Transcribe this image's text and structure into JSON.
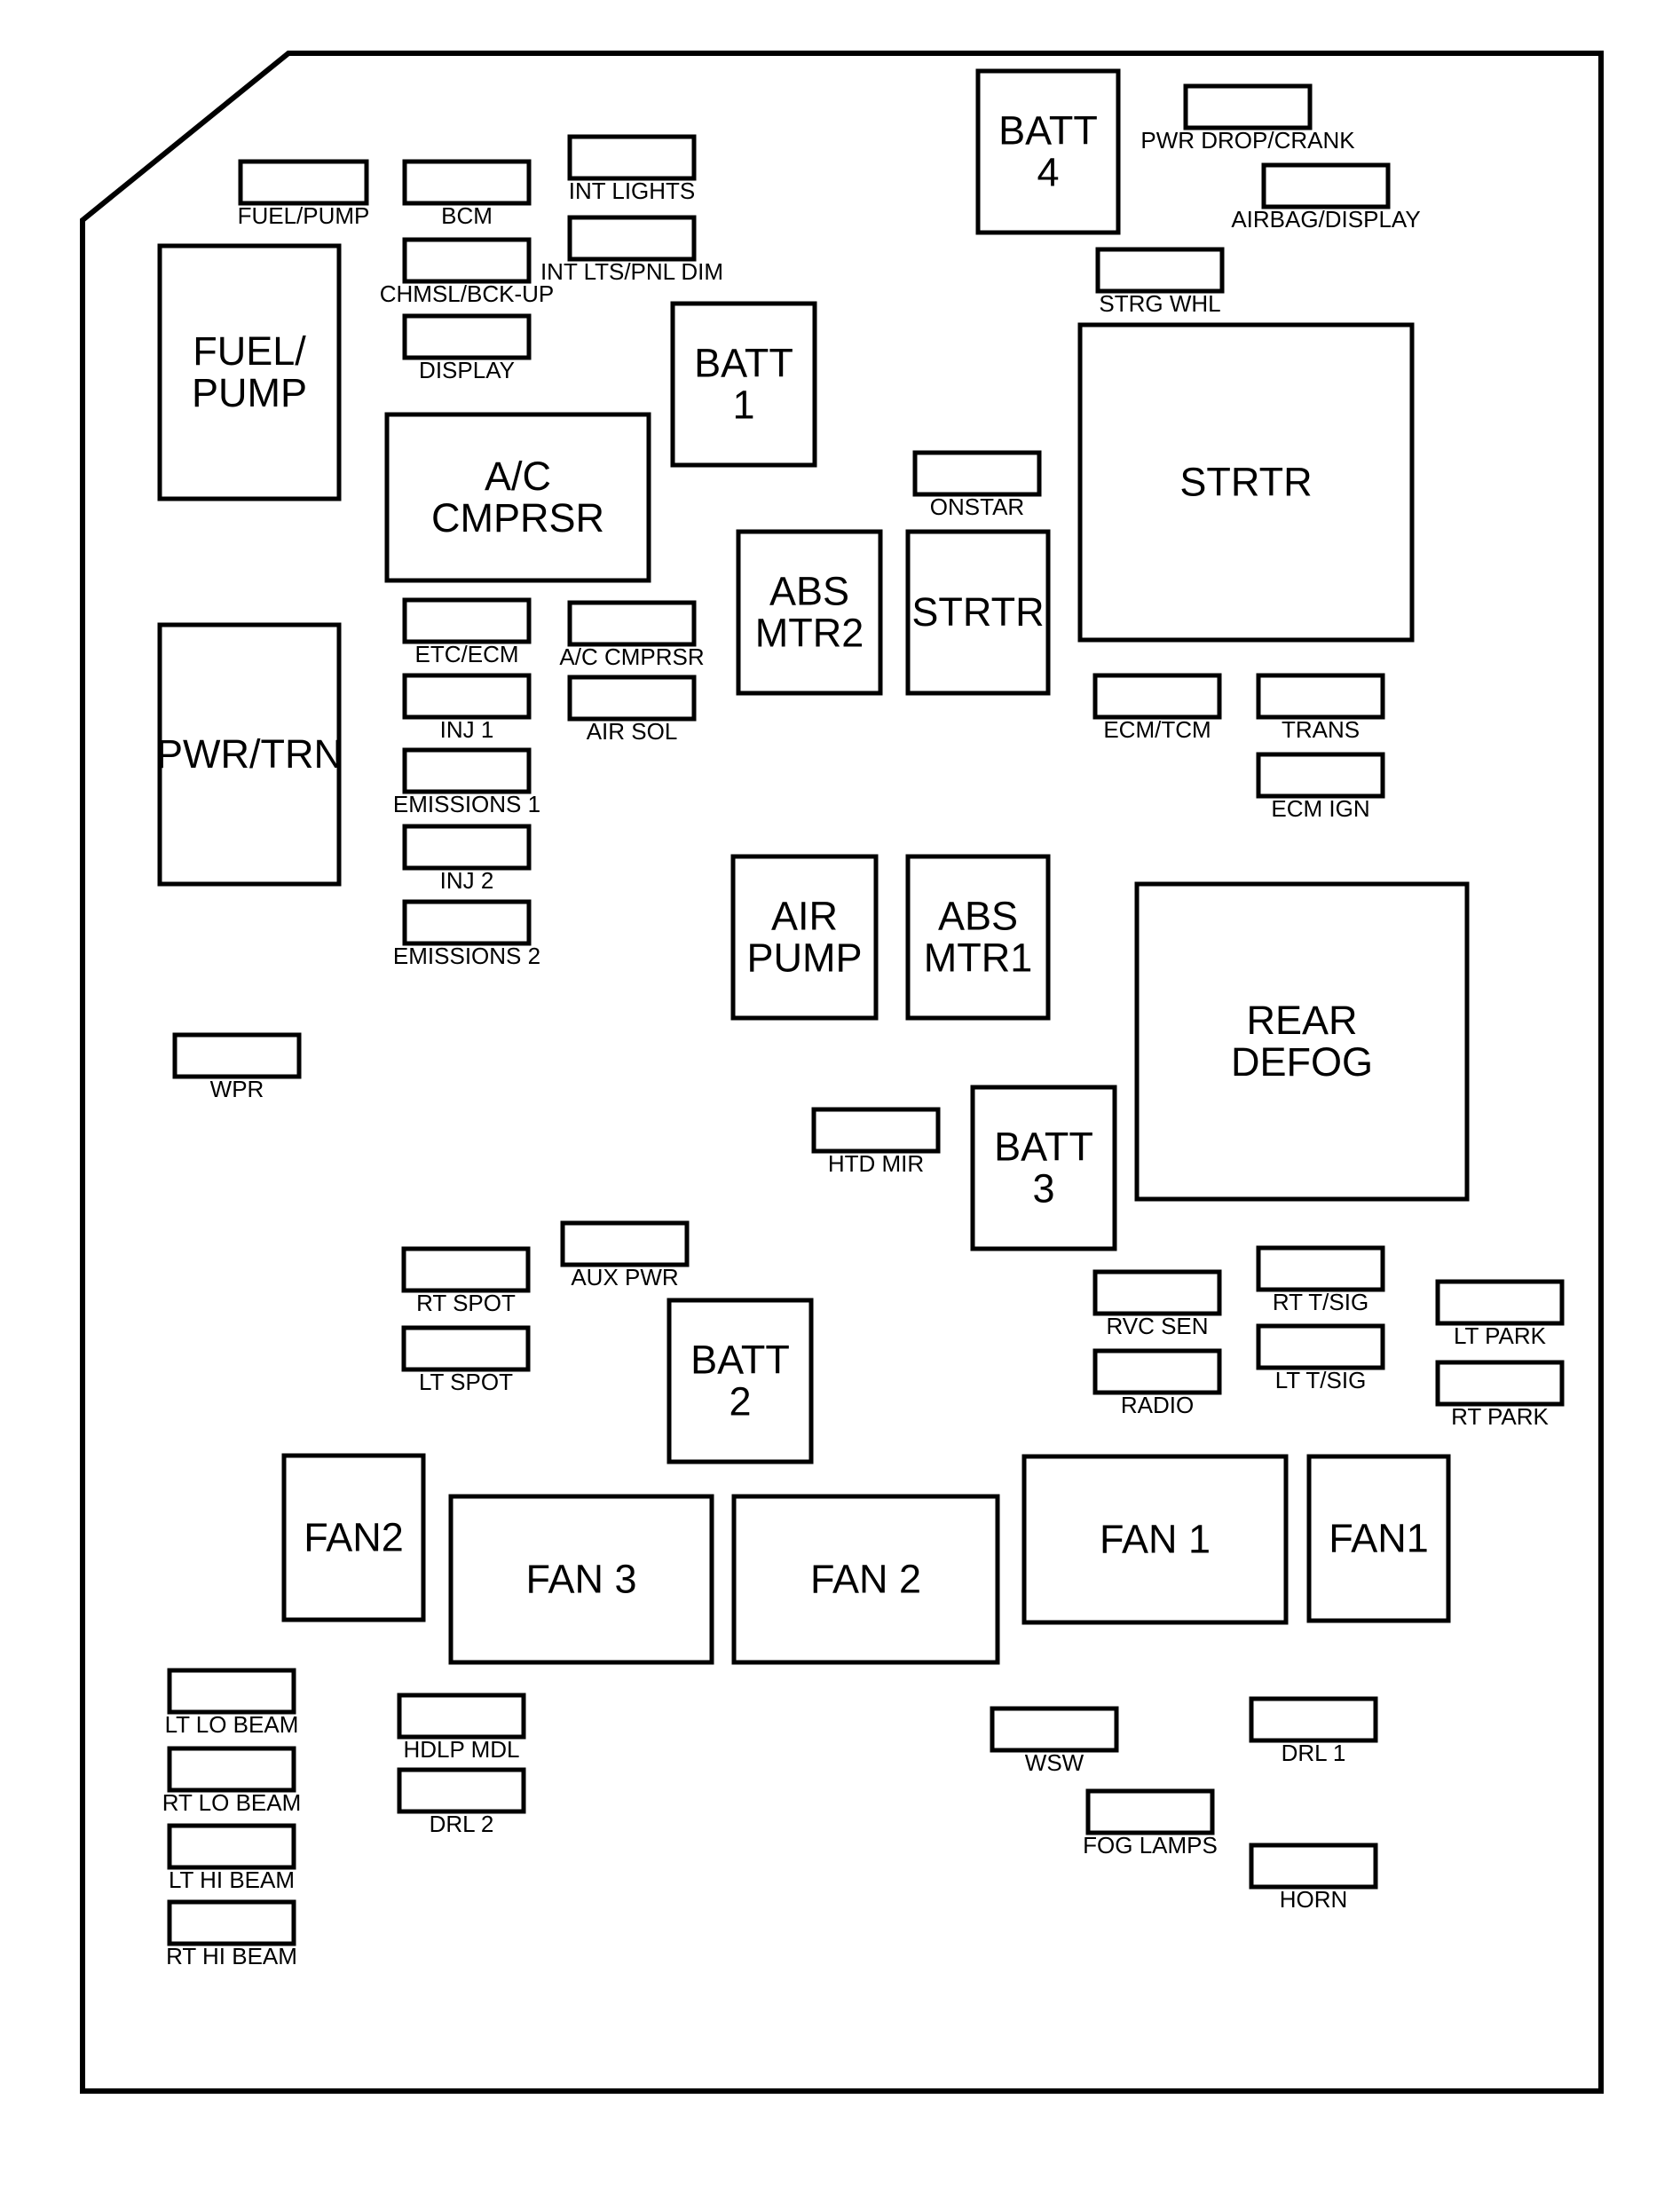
{
  "fuses": [
    {
      "id": "fuel-pump-fuse",
      "label": "FUEL/PUMP"
    },
    {
      "id": "bcm-fuse",
      "label": "BCM"
    },
    {
      "id": "int-lights-fuse",
      "label": "INT LIGHTS"
    },
    {
      "id": "int-lts-pnl-dim-fuse",
      "label": "INT LTS/PNL DIM"
    },
    {
      "id": "chmsl-bck-up-fuse",
      "label": "CHMSL/BCK-UP"
    },
    {
      "id": "display-fuse",
      "label": "DISPLAY"
    },
    {
      "id": "pwr-drop-crank-fuse",
      "label": "PWR DROP/CRANK"
    },
    {
      "id": "airbag-display-fuse",
      "label": "AIRBAG/DISPLAY"
    },
    {
      "id": "strg-whl-fuse",
      "label": "STRG WHL"
    },
    {
      "id": "onstar-fuse",
      "label": "ONSTAR"
    },
    {
      "id": "etc-ecm-fuse",
      "label": "ETC/ECM"
    },
    {
      "id": "ac-cmprsr-fuse",
      "label": "A/C CMPRSR"
    },
    {
      "id": "inj-1-fuse",
      "label": "INJ 1"
    },
    {
      "id": "air-sol-fuse",
      "label": "AIR SOL"
    },
    {
      "id": "emissions-1-fuse",
      "label": "EMISSIONS 1"
    },
    {
      "id": "inj-2-fuse",
      "label": "INJ 2"
    },
    {
      "id": "emissions-2-fuse",
      "label": "EMISSIONS 2"
    },
    {
      "id": "ecm-tcm-fuse",
      "label": "ECM/TCM"
    },
    {
      "id": "trans-fuse",
      "label": "TRANS"
    },
    {
      "id": "ecm-ign-fuse",
      "label": "ECM IGN"
    },
    {
      "id": "wpr-fuse",
      "label": "WPR"
    },
    {
      "id": "htd-mir-fuse",
      "label": "HTD MIR"
    },
    {
      "id": "aux-pwr-fuse",
      "label": "AUX PWR"
    },
    {
      "id": "rt-spot-fuse",
      "label": "RT SPOT"
    },
    {
      "id": "lt-spot-fuse",
      "label": "LT SPOT"
    },
    {
      "id": "rvc-sen-fuse",
      "label": "RVC SEN"
    },
    {
      "id": "radio-fuse",
      "label": "RADIO"
    },
    {
      "id": "rt-t-sig-fuse",
      "label": "RT T/SIG"
    },
    {
      "id": "lt-t-sig-fuse",
      "label": "LT T/SIG"
    },
    {
      "id": "lt-park-fuse",
      "label": "LT PARK"
    },
    {
      "id": "rt-park-fuse",
      "label": "RT PARK"
    },
    {
      "id": "lt-lo-beam-fuse",
      "label": "LT LO BEAM"
    },
    {
      "id": "rt-lo-beam-fuse",
      "label": "RT LO BEAM"
    },
    {
      "id": "lt-hi-beam-fuse",
      "label": "LT HI BEAM"
    },
    {
      "id": "rt-hi-beam-fuse",
      "label": "RT HI BEAM"
    },
    {
      "id": "hdlp-mdl-fuse",
      "label": "HDLP MDL"
    },
    {
      "id": "drl-2-fuse",
      "label": "DRL 2"
    },
    {
      "id": "wsw-fuse",
      "label": "WSW"
    },
    {
      "id": "fog-lamps-fuse",
      "label": "FOG LAMPS"
    },
    {
      "id": "drl-1-fuse",
      "label": "DRL 1"
    },
    {
      "id": "horn-fuse",
      "label": "HORN"
    }
  ],
  "relays": [
    {
      "id": "fuel-pump-relay",
      "lines": [
        "FUEL/",
        "PUMP"
      ]
    },
    {
      "id": "batt-4-fuse",
      "lines": [
        "BATT",
        "4"
      ]
    },
    {
      "id": "batt-1-fuse",
      "lines": [
        "BATT",
        "1"
      ]
    },
    {
      "id": "ac-cmprsr-relay",
      "lines": [
        "A/C",
        "CMPRSR"
      ]
    },
    {
      "id": "strtr-relay-large",
      "lines": [
        "STRTR"
      ]
    },
    {
      "id": "abs-mtr2-fuse",
      "lines": [
        "ABS",
        "MTR2"
      ]
    },
    {
      "id": "strtr-fuse",
      "lines": [
        "STRTR"
      ]
    },
    {
      "id": "pwr-trn-relay",
      "lines": [
        "PWR/TRN"
      ]
    },
    {
      "id": "air-pump-fuse",
      "lines": [
        "AIR",
        "PUMP"
      ]
    },
    {
      "id": "abs-mtr1-fuse",
      "lines": [
        "ABS",
        "MTR1"
      ]
    },
    {
      "id": "rear-defog-relay",
      "lines": [
        "REAR",
        "DEFOG"
      ]
    },
    {
      "id": "batt-3-fuse",
      "lines": [
        "BATT",
        "3"
      ]
    },
    {
      "id": "batt-2-fuse",
      "lines": [
        "BATT",
        "2"
      ]
    },
    {
      "id": "fan2-relay-small",
      "lines": [
        "FAN2"
      ]
    },
    {
      "id": "fan-3-relay",
      "lines": [
        "FAN 3"
      ]
    },
    {
      "id": "fan-2-relay",
      "lines": [
        "FAN 2"
      ]
    },
    {
      "id": "fan-1-relay",
      "lines": [
        "FAN 1"
      ]
    },
    {
      "id": "fan1-relay-small",
      "lines": [
        "FAN1"
      ]
    }
  ]
}
